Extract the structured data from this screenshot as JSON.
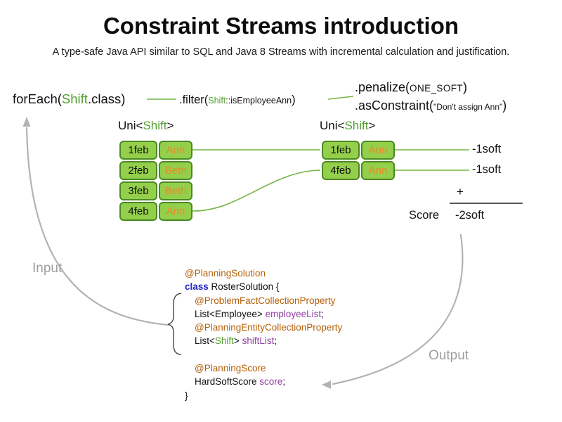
{
  "title": "Constraint Streams introduction",
  "subtitle": "A type-safe Java API similar to SQL and Java 8 Streams with incremental calculation and justification.",
  "flow": {
    "foreach_pre": "forEach(",
    "foreach_class": "Shift",
    "foreach_post": ".class)",
    "filter_pre": ".filter(",
    "filter_arg_class": "Shift",
    "filter_arg_rest": "::isEmployeeAnn",
    "filter_post": ")",
    "penalize_pre": ".penalize(",
    "penalize_arg": "ONE_SOFT",
    "penalize_post": ")",
    "asconstraint_pre": ".asConstraint(",
    "asconstraint_arg": "\"Don't assign Ann\"",
    "asconstraint_post": ")"
  },
  "uni_label": {
    "pre": "Uni<",
    "class_name": "Shift",
    "post": ">"
  },
  "left_table": {
    "rows": [
      {
        "date": "1feb",
        "name": "Ann"
      },
      {
        "date": "2feb",
        "name": "Beth"
      },
      {
        "date": "3feb",
        "name": "Beth"
      },
      {
        "date": "4feb",
        "name": "Ann"
      }
    ]
  },
  "right_table": {
    "rows": [
      {
        "date": "1feb",
        "name": "Ann"
      },
      {
        "date": "4feb",
        "name": "Ann"
      }
    ]
  },
  "score": {
    "penalty1": "-1soft",
    "penalty2": "-1soft",
    "plus": "+",
    "label": "Score",
    "total": "-2soft"
  },
  "labels": {
    "input": "Input",
    "output": "Output"
  },
  "code": {
    "annotation1": "@PlanningSolution",
    "class_kw": "class",
    "class_rest": " RosterSolution {",
    "annotation2": "@ProblemFactCollectionProperty",
    "field1_pre": "List<Employee> ",
    "field1_name": "employeeList",
    "field1_post": ";",
    "annotation3": "@PlanningEntityCollectionProperty",
    "field2_pre": "List<",
    "field2_class": "Shift",
    "field2_mid": "> ",
    "field2_name": "shiftList",
    "field2_post": ";",
    "annotation4": "@PlanningScore",
    "field3_pre": "HardSoftScore ",
    "field3_name": "score",
    "field3_post": ";",
    "close_brace": "}"
  },
  "colors": {
    "green_text": "#52a031",
    "box_fill": "#94cf4c",
    "box_border": "#4a8a22",
    "orange_text": "#e08e28",
    "annotation": "#b45f06",
    "keyword": "#2626c9",
    "field": "#9040a0",
    "muted_gray": "#9e9e9e",
    "connector_green": "#74b544",
    "arrow_gray": "#b3b3b3"
  }
}
